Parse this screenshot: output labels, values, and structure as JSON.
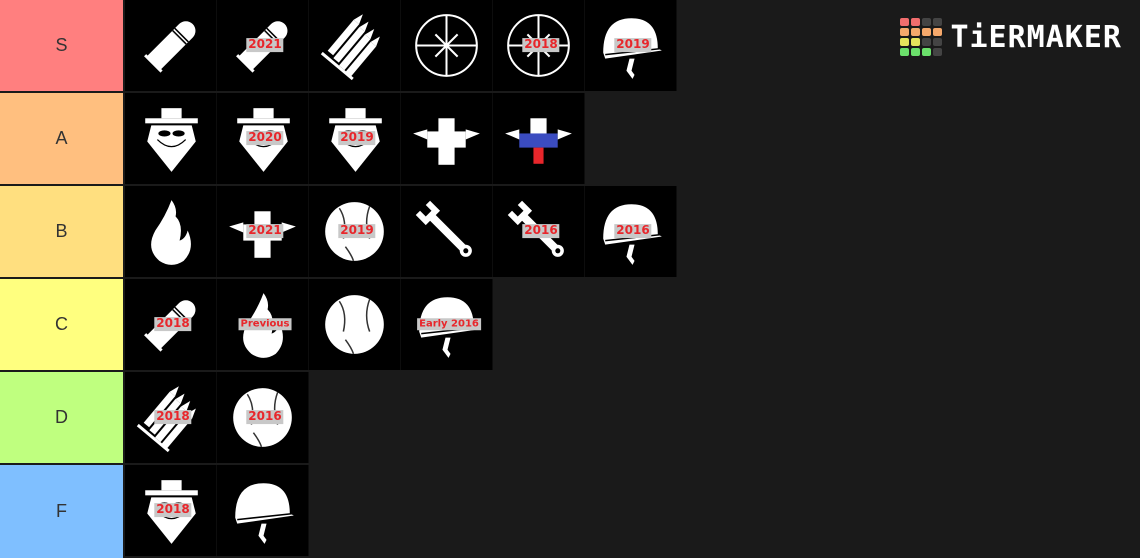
{
  "logo": {
    "text": "TiERMAKER",
    "grid": [
      "#f26d6d",
      "#f26d6d",
      "#444",
      "#444",
      "#f5a86b",
      "#f5a86b",
      "#f5a86b",
      "#f5a86b",
      "#e6e65c",
      "#e6e65c",
      "#444",
      "#444",
      "#6be06b",
      "#6be06b",
      "#6be06b",
      "#444"
    ]
  },
  "tiers": [
    {
      "label": "S",
      "color": "#ff7f7f",
      "items": [
        {
          "icon": "bullet",
          "tag": ""
        },
        {
          "icon": "bullet",
          "tag": "2021"
        },
        {
          "icon": "ammo-clip",
          "tag": ""
        },
        {
          "icon": "crosshair",
          "tag": ""
        },
        {
          "icon": "crosshair",
          "tag": "2018"
        },
        {
          "icon": "helmet",
          "tag": "2019"
        }
      ]
    },
    {
      "label": "A",
      "color": "#ffbf7f",
      "items": [
        {
          "icon": "spy",
          "tag": ""
        },
        {
          "icon": "spy",
          "tag": "2020"
        },
        {
          "icon": "spy",
          "tag": "2019"
        },
        {
          "icon": "medic-cross",
          "tag": ""
        },
        {
          "icon": "medic-cross-flag",
          "tag": ""
        }
      ]
    },
    {
      "label": "B",
      "color": "#ffdf7f",
      "items": [
        {
          "icon": "flame",
          "tag": ""
        },
        {
          "icon": "medic-cross",
          "tag": "2021"
        },
        {
          "icon": "baseball",
          "tag": "2019"
        },
        {
          "icon": "wrench",
          "tag": ""
        },
        {
          "icon": "wrench",
          "tag": "2016"
        },
        {
          "icon": "helmet",
          "tag": "2016"
        }
      ]
    },
    {
      "label": "C",
      "color": "#ffff7f",
      "items": [
        {
          "icon": "bullet",
          "tag": "2018"
        },
        {
          "icon": "flame",
          "tag": "Previous"
        },
        {
          "icon": "baseball",
          "tag": ""
        },
        {
          "icon": "helmet",
          "tag": "Early 2016"
        }
      ]
    },
    {
      "label": "D",
      "color": "#bfff7f",
      "items": [
        {
          "icon": "ammo-clip",
          "tag": "2018"
        },
        {
          "icon": "baseball",
          "tag": "2016"
        }
      ]
    },
    {
      "label": "F",
      "color": "#7fbfff",
      "items": [
        {
          "icon": "spy",
          "tag": "2018"
        },
        {
          "icon": "helmet",
          "tag": ""
        }
      ]
    }
  ]
}
